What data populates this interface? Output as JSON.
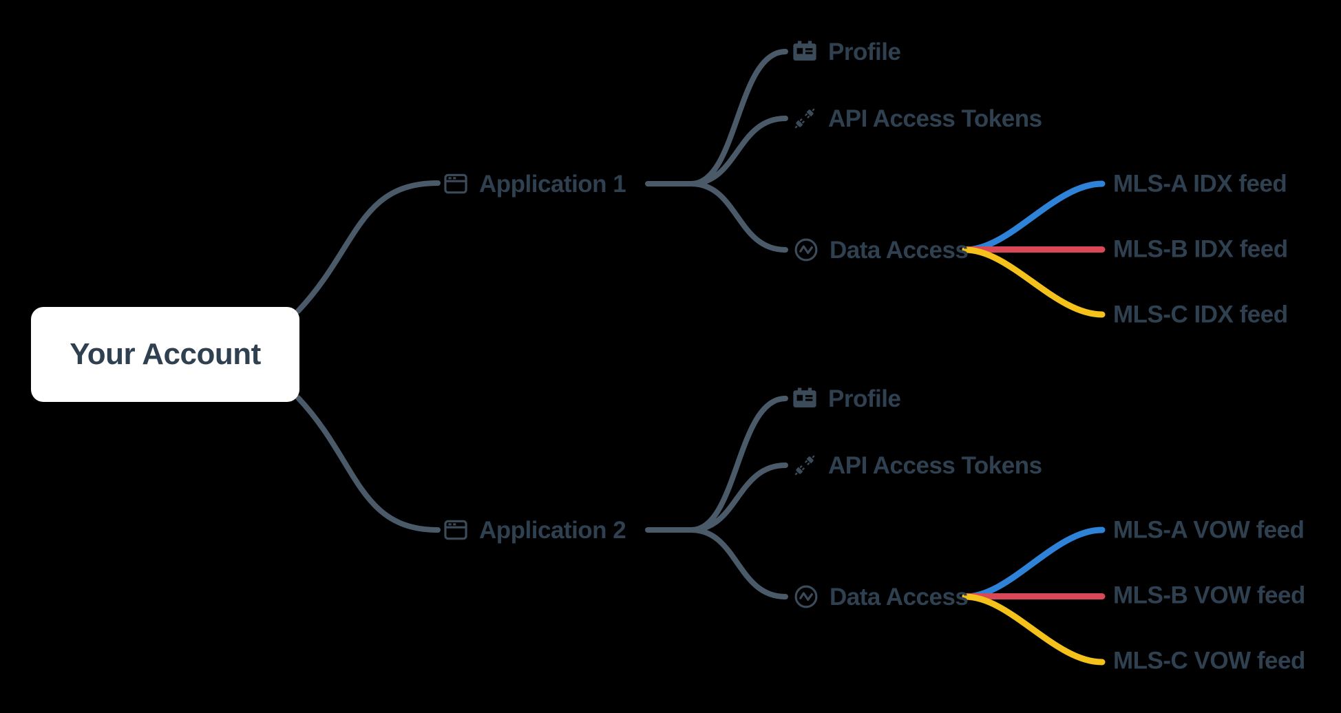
{
  "colors": {
    "background": "#000000",
    "root_bg": "#ffffff",
    "text": "#2f4050",
    "connector": "#4b5a69",
    "icon": "#3c4b5a",
    "feed_blue": "#2e82d8",
    "feed_red": "#d94857",
    "feed_yellow": "#f5c21c"
  },
  "root": {
    "label": "Your Account"
  },
  "applications": [
    {
      "label": "Application 1",
      "icon": "window-icon",
      "children": [
        {
          "label": "Profile",
          "icon": "id-card-icon"
        },
        {
          "label": "API Access Tokens",
          "icon": "plug-icon"
        },
        {
          "label": "Data Access",
          "icon": "activity-icon",
          "feeds": [
            {
              "label": "MLS-A IDX feed",
              "color": "#2e82d8"
            },
            {
              "label": "MLS-B IDX feed",
              "color": "#d94857"
            },
            {
              "label": "MLS-C IDX feed",
              "color": "#f5c21c"
            }
          ]
        }
      ]
    },
    {
      "label": "Application 2",
      "icon": "window-icon",
      "children": [
        {
          "label": "Profile",
          "icon": "id-card-icon"
        },
        {
          "label": "API Access Tokens",
          "icon": "plug-icon"
        },
        {
          "label": "Data Access",
          "icon": "activity-icon",
          "feeds": [
            {
              "label": "MLS-A VOW feed",
              "color": "#2e82d8"
            },
            {
              "label": "MLS-B VOW feed",
              "color": "#d94857"
            },
            {
              "label": "MLS-C VOW feed",
              "color": "#f5c21c"
            }
          ]
        }
      ]
    }
  ]
}
